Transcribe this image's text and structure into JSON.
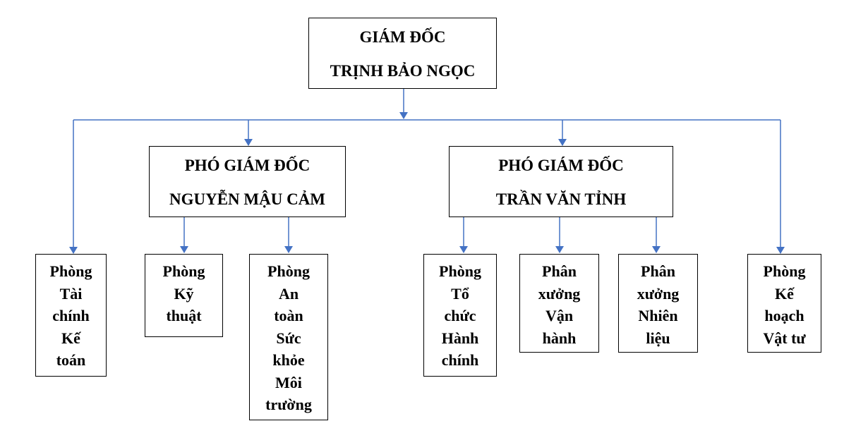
{
  "director": {
    "title": "GIÁM ĐỐC",
    "name": "TRỊNH BẢO NGỌC"
  },
  "deputies": [
    {
      "title": "PHÓ GIÁM ĐỐC",
      "name": "NGUYỄN MẬU CẢM"
    },
    {
      "title": "PHÓ GIÁM ĐỐC",
      "name": "TRẦN VĂN TỈNH"
    }
  ],
  "departments": [
    {
      "lines": [
        "Phòng",
        "Tài",
        "chính",
        "Kế",
        "toán"
      ]
    },
    {
      "lines": [
        "Phòng",
        "Kỹ",
        "thuật"
      ]
    },
    {
      "lines": [
        "Phòng",
        "An",
        "toàn",
        "Sức",
        "khỏe",
        "Môi",
        "trường"
      ]
    },
    {
      "lines": [
        "Phòng",
        "Tổ",
        "chức",
        "Hành",
        "chính"
      ]
    },
    {
      "lines": [
        "Phân",
        "xưởng",
        "Vận",
        "hành"
      ]
    },
    {
      "lines": [
        "Phân",
        "xưởng",
        "Nhiên",
        "liệu"
      ]
    },
    {
      "lines": [
        "Phòng",
        "Kế",
        "hoạch",
        "Vật tư"
      ]
    }
  ],
  "colors": {
    "connector": "#4472C4",
    "border": "#000000"
  }
}
